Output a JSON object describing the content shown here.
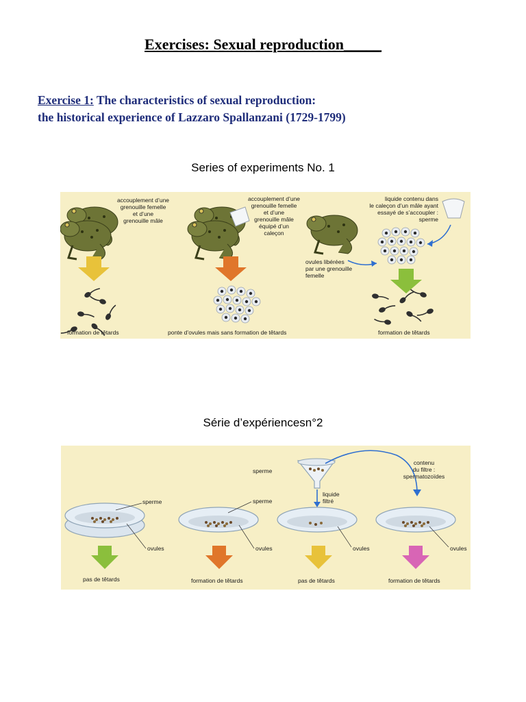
{
  "title": {
    "main": "Exercises: Sexual reproduction",
    "underline_tail": "_____"
  },
  "exercise1": {
    "label": "Exercise 1:",
    "heading_rest": " The characteristics of sexual reproduction:",
    "line2": "the historical experience of Lazzaro Spallanzani (1729-1799)"
  },
  "series1": {
    "title": "Series of experiments No. 1",
    "exp1": {
      "label_lines": [
        "accouplement d’une",
        "grenouille femelle",
        "et d’une",
        "grenouille mâle"
      ],
      "result": "formation de têtards",
      "arrow_color": "#e8c23a"
    },
    "exp2": {
      "label_lines": [
        "accouplement d’une",
        "grenouille femelle",
        "et d’une",
        "grenouille mâle",
        "équipé d’un",
        "caleçon"
      ],
      "result": "ponte d’ovules mais sans formation de têtards",
      "arrow_color": "#e0762a"
    },
    "exp3": {
      "label_lines": [
        "liquide contenu dans",
        "le caleçon d’un mâle ayant",
        "essayé de s’accoupler :",
        "sperme"
      ],
      "ovules_lines": [
        "ovules libérées",
        "par une grenouille",
        "femelle"
      ],
      "result": "formation de têtards",
      "arrow_color": "#8bbf3c"
    }
  },
  "series2": {
    "title": "Série d’expériencesn°2",
    "dish1": {
      "sperme": "sperme",
      "ovules": "ovules",
      "result": "pas de têtards",
      "arrow_color": "#8bbf3c"
    },
    "dish2": {
      "sperme": "sperme",
      "ovules": "ovules",
      "result": "formation de têtards",
      "arrow_color": "#e0762a"
    },
    "dish3": {
      "sperme": "sperme",
      "filtrate_lines": [
        "liquide",
        "filtré"
      ],
      "ovules": "ovules",
      "result": "pas de têtards",
      "arrow_color": "#e8c23a"
    },
    "dish4": {
      "contenu_lines": [
        "contenu",
        "du filtre :",
        "spermatozoïdes"
      ],
      "ovules": "ovules",
      "result": "formation de têtards",
      "arrow_color": "#d865b5"
    }
  },
  "colors": {
    "heading_blue": "#1f2d7a",
    "panel_bg": "#f7efc6",
    "frog_green": "#6d7436",
    "pointer_blue": "#2f6fd0"
  }
}
